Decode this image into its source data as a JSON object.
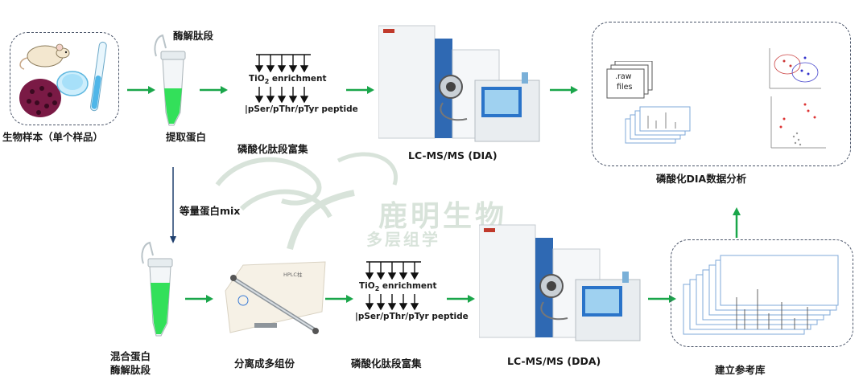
{
  "labels": {
    "bio_sample": "生物样本（单个样品）",
    "digest_peptide": "酶解肽段",
    "extract_protein": "提取蛋白",
    "phospho_enrich_top": "磷酸化肽段富集",
    "lcms_dia": "LC-MS/MS (DIA)",
    "dia_analysis": "磷酸化DIA数据分析",
    "equal_mix": "等量蛋白mix",
    "mixed_protein_line1": "混合蛋白",
    "mixed_protein_line2": "酶解肽段",
    "fractionation": "分离成多组份",
    "phospho_enrich_bottom": "磷酸化肽段富集",
    "lcms_dda": "LC-MS/MS (DDA)",
    "build_library": "建立参考库"
  },
  "enrichment": {
    "tio2_prefix": "TiO",
    "tio2_sub": "2",
    "tio2_suffix": " enrichment",
    "peptides": "pSer/pThr/pTyr peptide"
  },
  "raw_files": {
    "line1": ".raw",
    "line2": "files"
  },
  "column_label": "HPLC柱",
  "watermark": {
    "brand": "鹿明生物",
    "sub": "多层组学"
  },
  "colors": {
    "arrow_green": "#1aa64a",
    "arrow_blue": "#1f3f6e",
    "tube_green": "#33e05a",
    "box_border": "#4a5468"
  }
}
